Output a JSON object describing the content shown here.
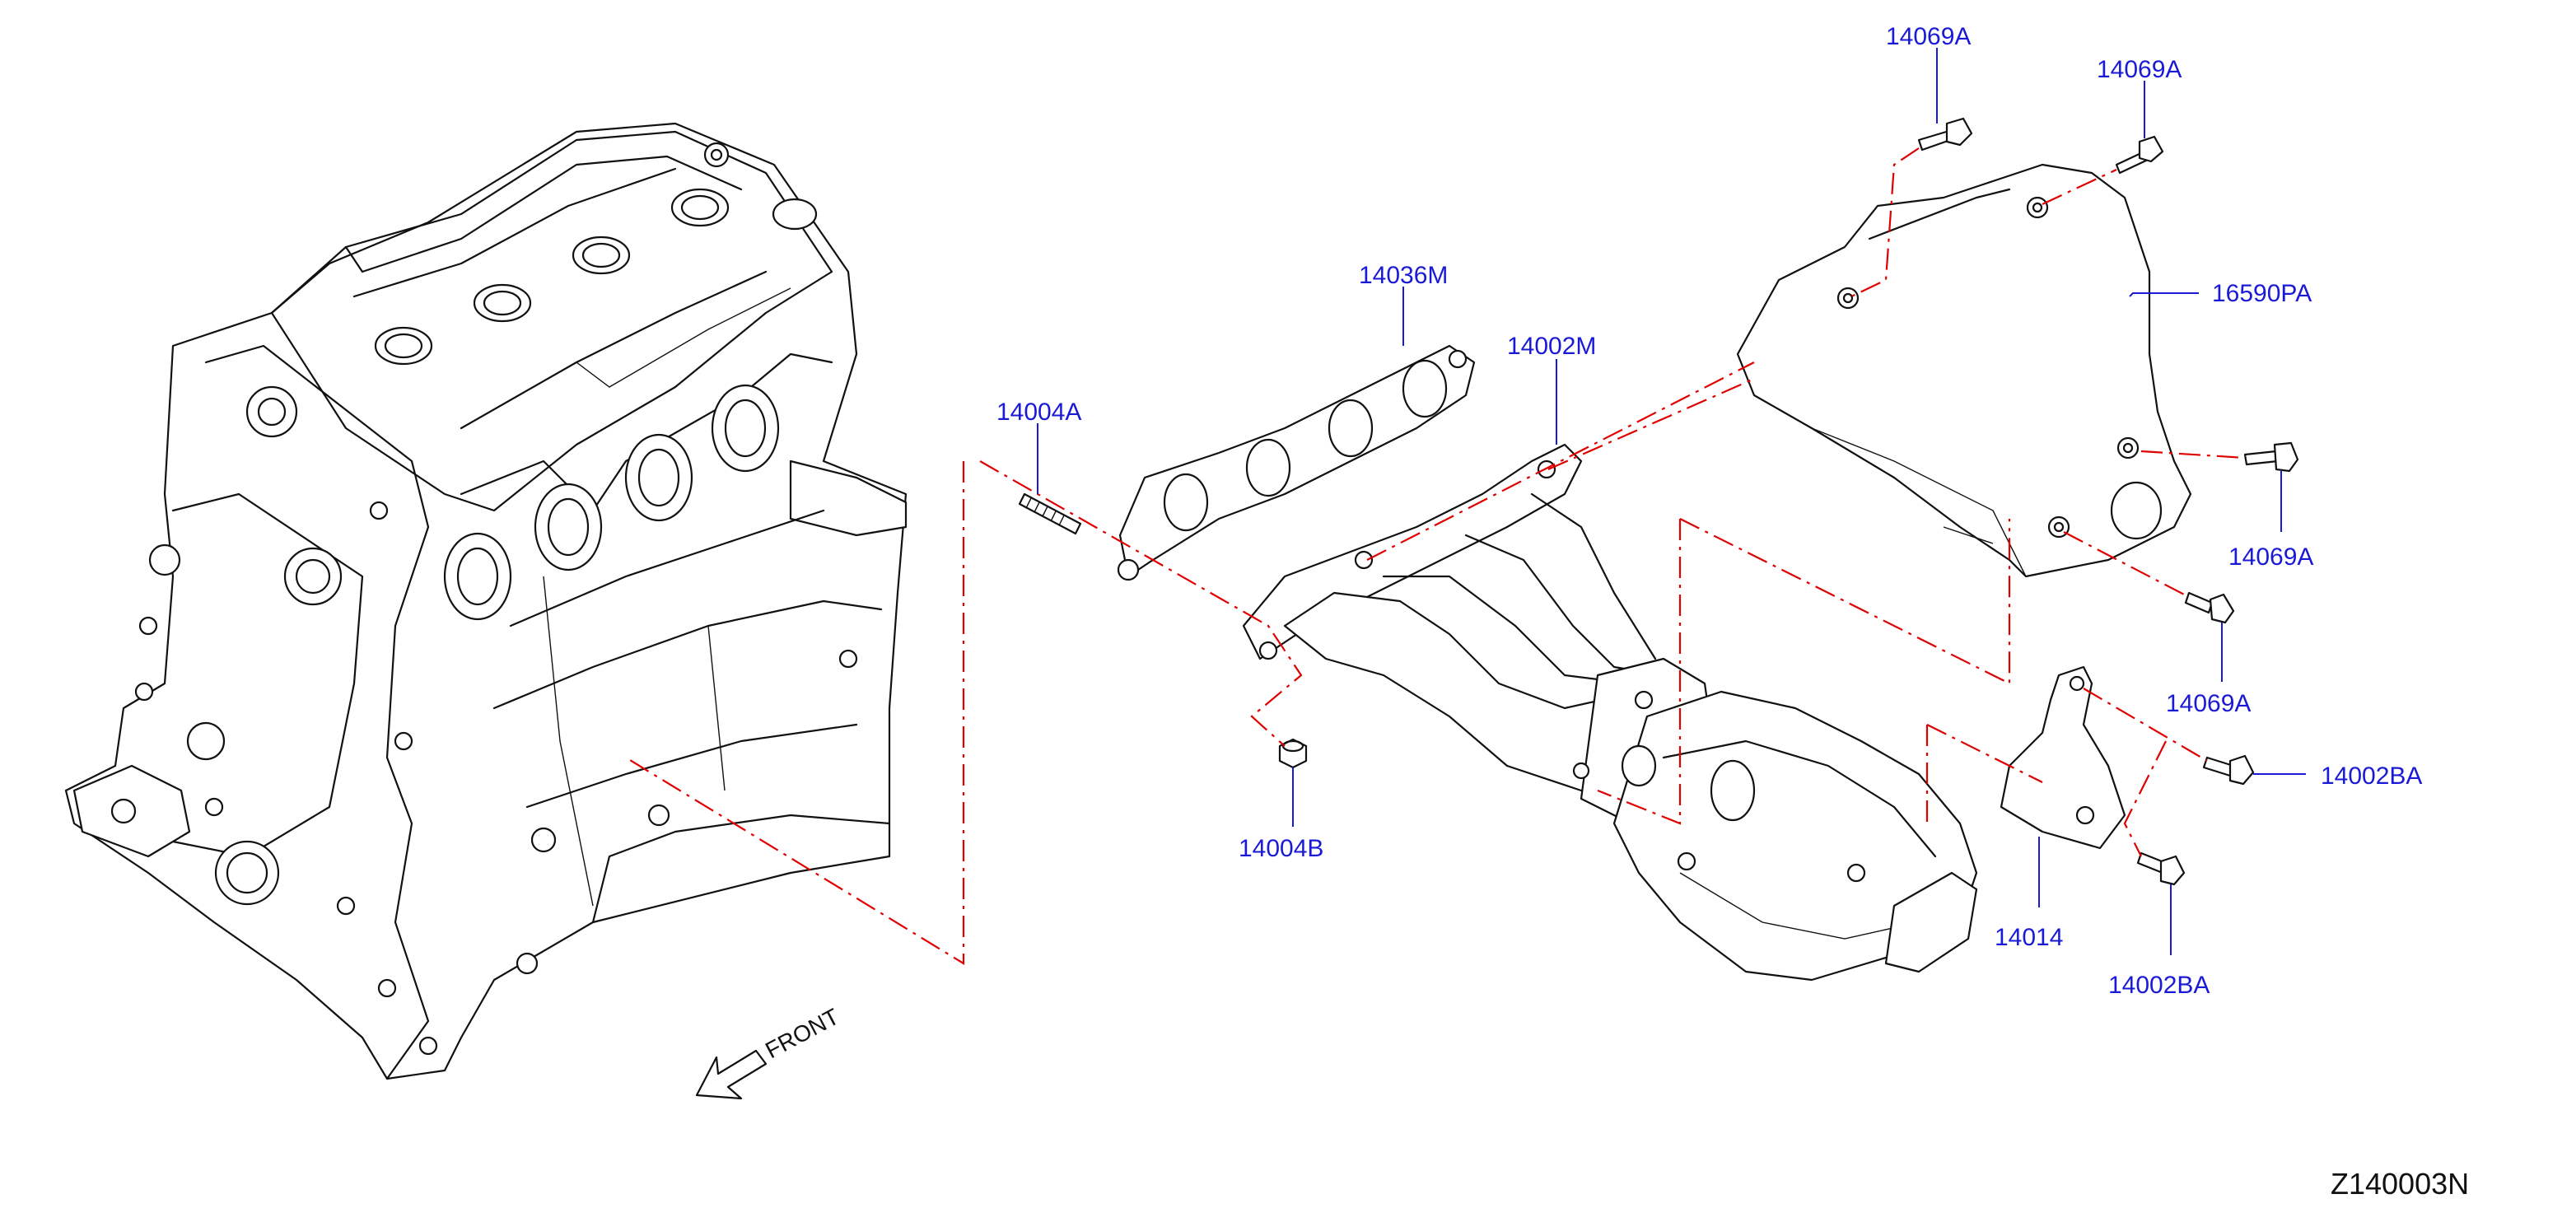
{
  "colors": {
    "callout": "#1a1ad6",
    "phantom_line": "#e00000",
    "linework": "#111111",
    "background": "#ffffff"
  },
  "labels": {
    "p14069A_top1": "14069A",
    "p14069A_top2": "14069A",
    "p16590PA": "16590PA",
    "p14036M": "14036M",
    "p14002M": "14002M",
    "p14004A": "14004A",
    "p14004B": "14004B",
    "p14069A_right": "14069A",
    "p14069A_lower": "14069A",
    "p14002BA_right": "14002BA",
    "p14014": "14014",
    "p14002BA_bottom": "14002BA"
  },
  "front_label": "FRONT",
  "figure_number": "Z140003N"
}
